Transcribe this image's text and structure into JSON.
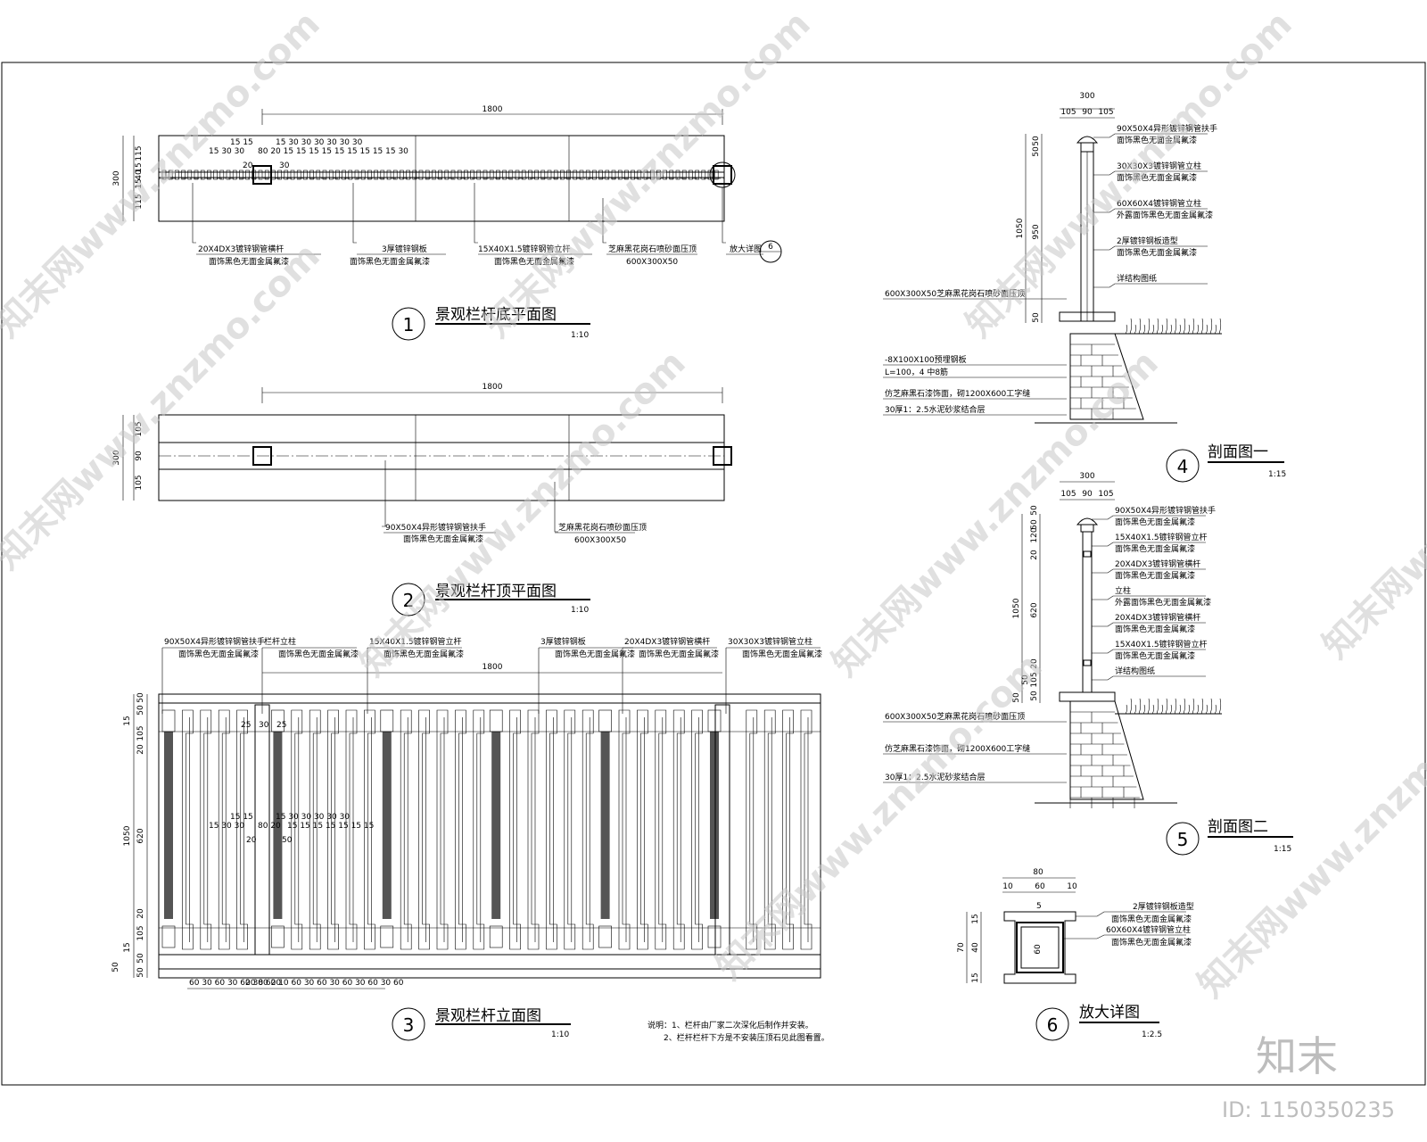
{
  "drawing_1": {
    "number": "1",
    "title": "景观栏杆底平面图",
    "scale": "1:10",
    "overall_dim": "1800",
    "depth_dims": [
      "300",
      "115",
      "40",
      "15",
      "15",
      "115"
    ],
    "top_dims_a": "15 15",
    "top_dims_b": "15 30 30",
    "top_dims_c": "80 20 15 15 15 15 15 15 15 15 15 30",
    "top_dims_d": "15   30 30 30 30 30 30",
    "sub_dims": [
      "20",
      "30"
    ],
    "callouts": [
      {
        "spec": "20X4DX3镀锌钢管横杆",
        "finish": "面饰黑色无面金属氟漆"
      },
      {
        "spec": "3厚镀锌钢板",
        "finish": "面饰黑色无面金属氟漆"
      },
      {
        "spec": "15X40X1.5镀锌钢管立杆",
        "finish": "面饰黑色无面金属氟漆"
      },
      {
        "spec": "芝麻黑花岗石喷砂面压顶",
        "finish": "600X300X50"
      },
      {
        "spec": "放大详图",
        "ref": "6"
      }
    ]
  },
  "drawing_2": {
    "number": "2",
    "title": "景观栏杆顶平面图",
    "scale": "1:10",
    "overall_dim": "1800",
    "depth_dims": [
      "300",
      "105",
      "90",
      "105"
    ],
    "callouts": [
      {
        "spec": "90X50X4异形镀锌钢管扶手",
        "finish": "面饰黑色无面金属氟漆"
      },
      {
        "spec": "芝麻黑花岗石喷砂面压顶",
        "finish": "600X300X50"
      }
    ]
  },
  "drawing_3": {
    "number": "3",
    "title": "景观栏杆立面图",
    "scale": "1:10",
    "overall_dim": "1800",
    "height_dims": [
      "1050",
      "620",
      "50",
      "50",
      "15",
      "105",
      "20",
      "20",
      "105",
      "15",
      "50",
      "50",
      "50"
    ],
    "post_dims": [
      "25",
      "30",
      "25"
    ],
    "mid_dims_a": "15 15",
    "mid_dims_b": "15 30 30",
    "mid_dims_c": "80 20",
    "mid_dims_d": "15 30 30 30 30 30",
    "mid_dims_e": "15 15 15 15 15 15 15",
    "mid_sub": [
      "20",
      "50"
    ],
    "bottom_dims_a": "20 80 20",
    "bottom_dims_b": "60 30 60 30 60 30 60 10 60 30 60 30 60 30 60 30 60",
    "callouts": [
      {
        "spec": "90X50X4异形镀锌钢管扶手",
        "finish": "面饰黑色无面金属氟漆"
      },
      {
        "spec": "栏杆立柱",
        "finish": "面饰黑色无面金属氟漆"
      },
      {
        "spec": "15X40X1.5镀锌钢管立杆",
        "finish": "面饰黑色无面金属氟漆"
      },
      {
        "spec": "3厚镀锌钢板",
        "finish": "面饰黑色无面金属氟漆"
      },
      {
        "spec": "20X4DX3镀锌钢管横杆",
        "finish": "面饰黑色无面金属氟漆"
      },
      {
        "spec": "30X30X3镀锌钢管立柱",
        "finish": "面饰黑色无面金属氟漆"
      }
    ],
    "notes": [
      "说明：1、栏杆由厂家二次深化后制作并安装。",
      "2、栏杆栏杆下方是不安装压顶石见此图看置。"
    ]
  },
  "drawing_4": {
    "number": "4",
    "title": "剖面图一",
    "scale": "1:15",
    "width_dims": [
      "300",
      "105",
      "90",
      "105"
    ],
    "height_dims": [
      "1050",
      "950",
      "50",
      "50",
      "50"
    ],
    "right_callouts": [
      {
        "spec": "90X50X4异形镀锌钢管扶手",
        "finish": "面饰黑色无面金属氟漆"
      },
      {
        "spec": "30X30X3镀锌钢管立柱",
        "finish": "面饰黑色无面金属氟漆"
      },
      {
        "spec": "60X60X4镀锌钢管立柱",
        "finish": "外露面饰黑色无面金属氟漆"
      },
      {
        "spec": "2厚镀锌钢板造型",
        "finish": "面饰黑色无面金属氟漆"
      },
      {
        "spec": "详结构图纸",
        "finish": ""
      }
    ],
    "left_callouts": [
      "600X300X50芝麻黑花岗石喷砂面压顶",
      "-8X100X100预埋钢板",
      "L=100，4 中8筋",
      "仿芝麻黑石漆饰面，砌1200X600工字缝",
      "30厚1：2.5水泥砂浆结合层"
    ]
  },
  "drawing_5": {
    "number": "5",
    "title": "剖面图二",
    "scale": "1:15",
    "width_dims": [
      "300",
      "105",
      "90",
      "105"
    ],
    "height_dims": [
      "1050",
      "620",
      "50",
      "120",
      "50",
      "20",
      "20",
      "105",
      "50",
      "50",
      "50"
    ],
    "right_callouts": [
      {
        "spec": "90X50X4异形镀锌钢管扶手",
        "finish": "面饰黑色无面金属氟漆"
      },
      {
        "spec": "15X40X1.5镀锌钢管立杆",
        "finish": "面饰黑色无面金属氟漆"
      },
      {
        "spec": "20X4DX3镀锌钢管横杆",
        "finish": "面饰黑色无面金属氟漆"
      },
      {
        "spec": "立柱",
        "finish": "外露面饰黑色无面金属氟漆"
      },
      {
        "spec": "20X4DX3镀锌钢管横杆",
        "finish": "面饰黑色无面金属氟漆"
      },
      {
        "spec": "15X40X1.5镀锌钢管立杆",
        "finish": "面饰黑色无面金属氟漆"
      },
      {
        "spec": "详结构图纸",
        "finish": ""
      }
    ],
    "left_callouts": [
      "600X300X50芝麻黑花岗石喷砂面压顶",
      "仿芝麻黑石漆饰面，砌1200X600工字缝",
      "30厚1：2.5水泥砂浆结合层"
    ]
  },
  "drawing_6": {
    "number": "6",
    "title": "放大详图",
    "scale": "1:2.5",
    "width_dims": [
      "80",
      "10",
      "60",
      "10"
    ],
    "height_dims": [
      "70",
      "15",
      "40",
      "15"
    ],
    "inner_dims": [
      "5",
      "60"
    ],
    "callouts": [
      {
        "spec": "2厚镀锌钢板造型",
        "finish": "面饰黑色无面金属氟漆"
      },
      {
        "spec": "60X60X4镀锌钢管立柱",
        "finish": "面饰黑色无面金属氟漆"
      }
    ]
  },
  "watermark": {
    "text": "知末网www.znzmo.com",
    "logo": "知末",
    "id_label": "ID: 1150350235"
  }
}
